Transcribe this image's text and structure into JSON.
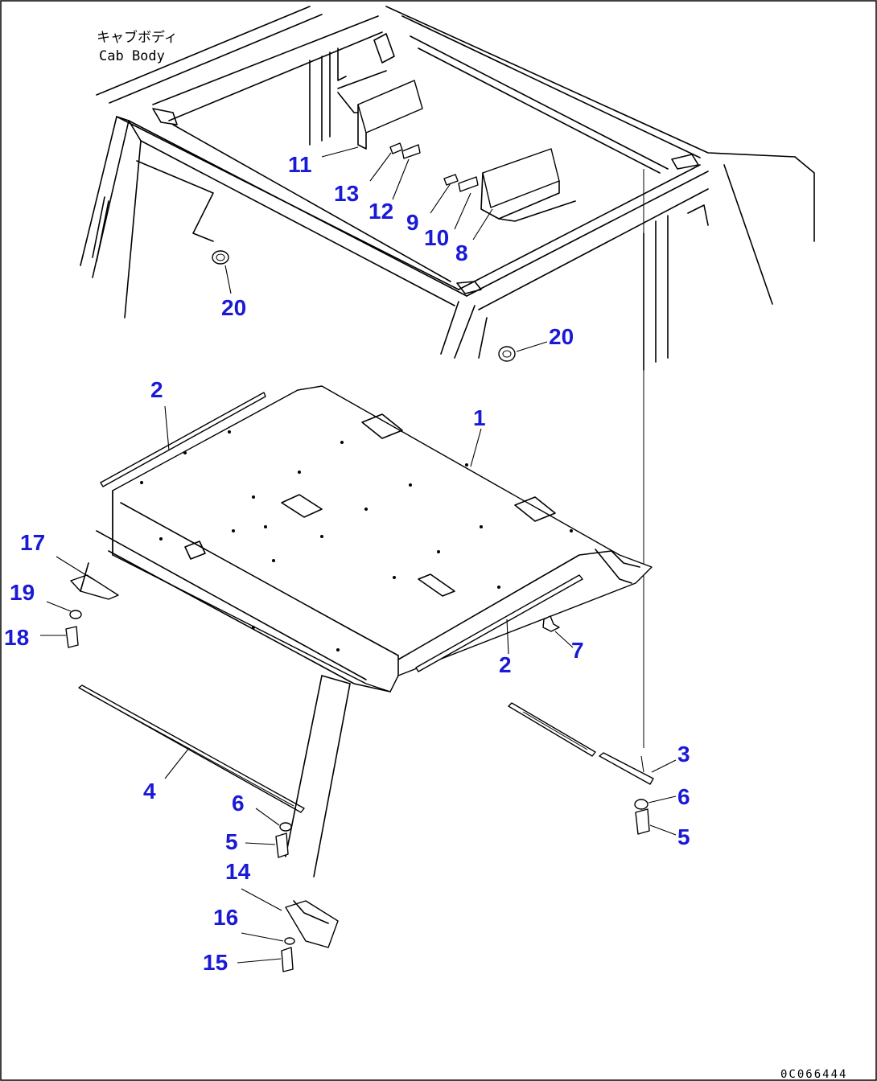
{
  "caption": {
    "line1": "キャブボディ",
    "line2": "Cab Body"
  },
  "callouts": {
    "c1": "1",
    "c2a": "2",
    "c2b": "2",
    "c3": "3",
    "c4": "4",
    "c5a": "5",
    "c5b": "5",
    "c6a": "6",
    "c6b": "6",
    "c7": "7",
    "c8": "8",
    "c9": "9",
    "c10": "10",
    "c11": "11",
    "c12": "12",
    "c13": "13",
    "c14": "14",
    "c15": "15",
    "c16": "16",
    "c17": "17",
    "c18": "18",
    "c19": "19",
    "c20a": "20",
    "c20b": "20"
  },
  "doc_id": "0C066444",
  "colors": {
    "callout": "#1a1ad6",
    "line": "#000000",
    "background": "#ffffff"
  }
}
